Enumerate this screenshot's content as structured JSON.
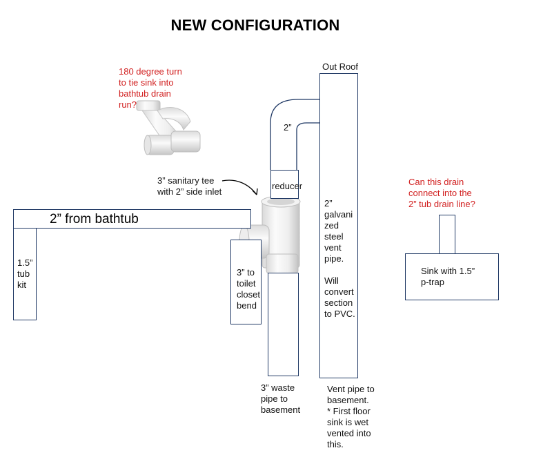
{
  "title": "NEW CONFIGURATION",
  "labels": {
    "out_roof": "Out Roof",
    "turn_question": [
      "180 degree turn",
      "to tie sink into",
      "bathtub drain",
      "run?"
    ],
    "vent_small": "2”",
    "sanitary_tee": [
      "3” sanitary tee",
      "with 2” side inlet"
    ],
    "reducer": "reducer",
    "from_bathtub": "2” from bathtub",
    "tub_kit": [
      "1.5”",
      "tub",
      "kit"
    ],
    "toilet_bend": [
      "3” to",
      "toilet",
      "closet",
      "bend"
    ],
    "galvanized_vent": [
      "2”",
      "galvani",
      "zed",
      "steel",
      "vent",
      "pipe.",
      "",
      "Will",
      "convert",
      "section",
      "to PVC."
    ],
    "sink_question": [
      "Can this drain",
      "connect into the",
      "2” tub drain line?"
    ],
    "sink": [
      "Sink with 1.5”",
      "p-trap"
    ],
    "waste_pipe": [
      "3” waste",
      "pipe to",
      "basement"
    ],
    "vent_basement": [
      "Vent pipe to",
      "basement.",
      "* First floor",
      "sink is wet",
      "vented into",
      "this."
    ]
  },
  "colors": {
    "outline": "#1f3864",
    "question": "#d11f1f",
    "fitting_white": "#f4f4f4",
    "fitting_shade": "#c9c9c9"
  }
}
